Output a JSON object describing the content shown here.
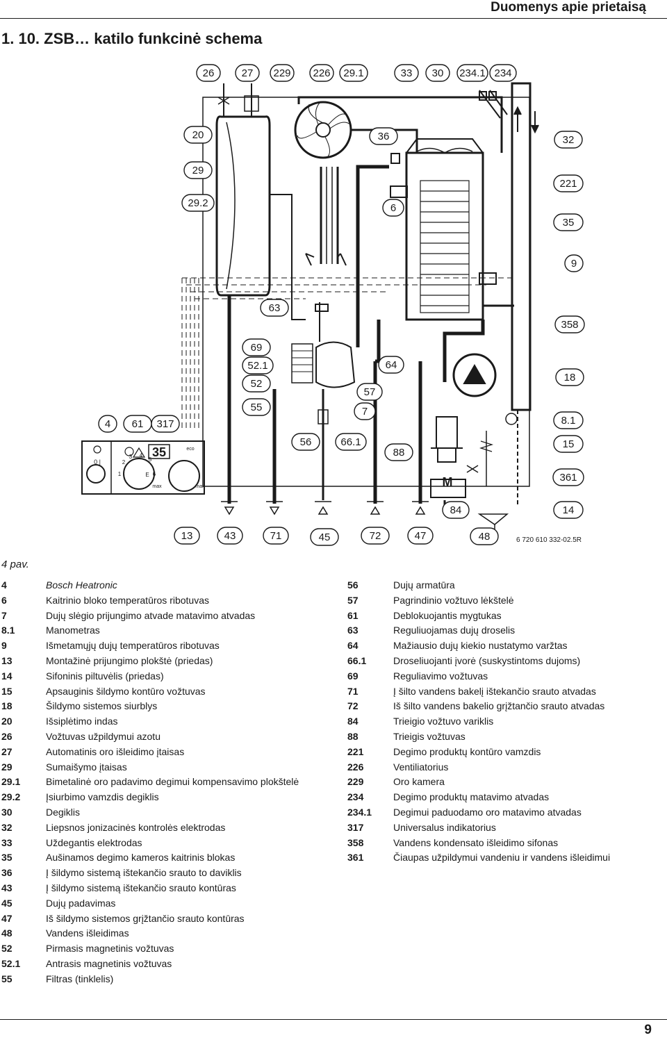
{
  "header": {
    "title": "Duomenys apie prietaisą"
  },
  "section": {
    "title": "1. 10.   ZSB… katilo funkcinė schema"
  },
  "diagram": {
    "top_labels": [
      "26",
      "27",
      "229",
      "226",
      "29.1",
      "33",
      "30",
      "234.1",
      "234"
    ],
    "left_labels": [
      "20",
      "29",
      "29.2"
    ],
    "center_labels": [
      "36",
      "6",
      "63",
      "69",
      "52.1",
      "52",
      "55",
      "64",
      "57",
      "7",
      "56",
      "66.1",
      "88",
      "84"
    ],
    "right_labels": [
      "32",
      "221",
      "35",
      "9",
      "358",
      "18",
      "8.1",
      "15",
      "361",
      "14"
    ],
    "panel_labels": [
      "4",
      "61",
      "317"
    ],
    "bottom_labels": [
      "13",
      "43",
      "71",
      "45",
      "72",
      "47",
      "48"
    ],
    "display_value": "35",
    "pump_letter": "M",
    "ref_code": "6 720 610 332-02.5R",
    "panel_marks": {
      "switch": "0  |",
      "dial_left": [
        "2",
        "3",
        "4",
        "5",
        "1",
        "6"
      ],
      "e_mark": "E",
      "max_left": "max",
      "max_right": "max",
      "eco": "eco"
    }
  },
  "figure": {
    "caption": "4 pav."
  },
  "legend_left": [
    {
      "num": "4",
      "text": "Bosch Heatronic"
    },
    {
      "num": "6",
      "text": "Kaitrinio bloko temperatūros ribotuvas"
    },
    {
      "num": "7",
      "text": "Dujų slėgio prijungimo atvade matavimo atvadas"
    },
    {
      "num": "8.1",
      "text": "Manometras"
    },
    {
      "num": "9",
      "text": "Išmetamųjų dujų temperatūros ribotuvas"
    },
    {
      "num": "13",
      "text": "Montažinė prijungimo plokštė (priedas)"
    },
    {
      "num": "14",
      "text": "Sifoninis piltuvėlis (priedas)"
    },
    {
      "num": "15",
      "text": "Apsauginis šildymo kontūro vožtuvas"
    },
    {
      "num": "18",
      "text": "Šildymo sistemos siurblys"
    },
    {
      "num": "20",
      "text": "Išsiplėtimo indas"
    },
    {
      "num": "26",
      "text": "Vožtuvas užpildymui azotu"
    },
    {
      "num": "27",
      "text": "Automatinis oro išleidimo įtaisas"
    },
    {
      "num": "29",
      "text": "Sumaišymo įtaisas"
    },
    {
      "num": "29.1",
      "text": "Bimetalinė oro padavimo degimui kompensavimo plokštelė"
    },
    {
      "num": "29.2",
      "text": "Įsiurbimo vamzdis degiklis"
    },
    {
      "num": "30",
      "text": "Degiklis"
    },
    {
      "num": "32",
      "text": "Liepsnos jonizacinės kontrolės elektrodas"
    },
    {
      "num": "33",
      "text": "Uždegantis elektrodas"
    },
    {
      "num": "35",
      "text": "Aušinamos degimo kameros kaitrinis blokas"
    },
    {
      "num": "36",
      "text": "Į šildymo sistemą ištekančio srauto to daviklis"
    },
    {
      "num": "43",
      "text": "Į šildymo sistemą ištekančio srauto kontūras"
    },
    {
      "num": "45",
      "text": "Dujų padavimas"
    },
    {
      "num": "47",
      "text": "Iš šildymo sistemos grįžtančio srauto kontūras"
    },
    {
      "num": "48",
      "text": "Vandens išleidimas"
    },
    {
      "num": "52",
      "text": "Pirmasis magnetinis vožtuvas"
    },
    {
      "num": "52.1",
      "text": "Antrasis magnetinis vožtuvas"
    },
    {
      "num": "55",
      "text": "Filtras (tinklelis)"
    }
  ],
  "legend_right": [
    {
      "num": "56",
      "text": "Dujų armatūra"
    },
    {
      "num": "57",
      "text": "Pagrindinio vožtuvo lėkštelė"
    },
    {
      "num": "61",
      "text": "Deblokuojantis mygtukas"
    },
    {
      "num": "63",
      "text": "Reguliuojamas dujų droselis"
    },
    {
      "num": "64",
      "text": "Mažiausio dujų kiekio nustatymo varžtas"
    },
    {
      "num": "66.1",
      "text": "Droseliuojanti įvorė (suskystintoms dujoms)"
    },
    {
      "num": "69",
      "text": "Reguliavimo vožtuvas"
    },
    {
      "num": "71",
      "text": "Į šilto vandens bakelį ištekančio srauto atvadas"
    },
    {
      "num": "72",
      "text": "Iš šilto vandens bakelio grįžtančio srauto atvadas"
    },
    {
      "num": "84",
      "text": "Trieigio vožtuvo variklis"
    },
    {
      "num": "88",
      "text": "Trieigis vožtuvas"
    },
    {
      "num": "221",
      "text": "Degimo produktų kontūro vamzdis"
    },
    {
      "num": "226",
      "text": "Ventiliatorius"
    },
    {
      "num": "229",
      "text": "Oro kamera"
    },
    {
      "num": "234",
      "text": "Degimo produktų matavimo atvadas"
    },
    {
      "num": "234.1",
      "text": "Degimui paduodamo oro matavimo atvadas"
    },
    {
      "num": "317",
      "text": "Universalus indikatorius"
    },
    {
      "num": "358",
      "text": "Vandens kondensato išleidimo sifonas"
    },
    {
      "num": "361",
      "text": "Čiaupas užpildymui vandeniu ir vandens išleidimui"
    }
  ],
  "footer": {
    "page_number": "9"
  }
}
